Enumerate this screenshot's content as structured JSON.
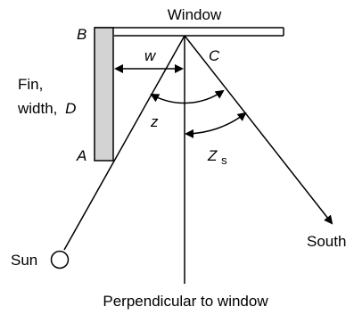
{
  "diagram": {
    "title": "Window",
    "points": {
      "b": "B",
      "a": "A",
      "c": "C",
      "d": "D"
    },
    "fin_label_line1": "Fin,",
    "fin_label_line2": "width,",
    "width_symbol": "w",
    "angle_z": "z",
    "angle_zs_main": "Z",
    "angle_zs_sub": "s",
    "sun_label": "Sun",
    "south_label": "South",
    "perpendicular_label": "Perpendicular to window",
    "colors": {
      "fin_fill": "#d3d3d3",
      "line": "#000000",
      "background": "#ffffff"
    }
  }
}
